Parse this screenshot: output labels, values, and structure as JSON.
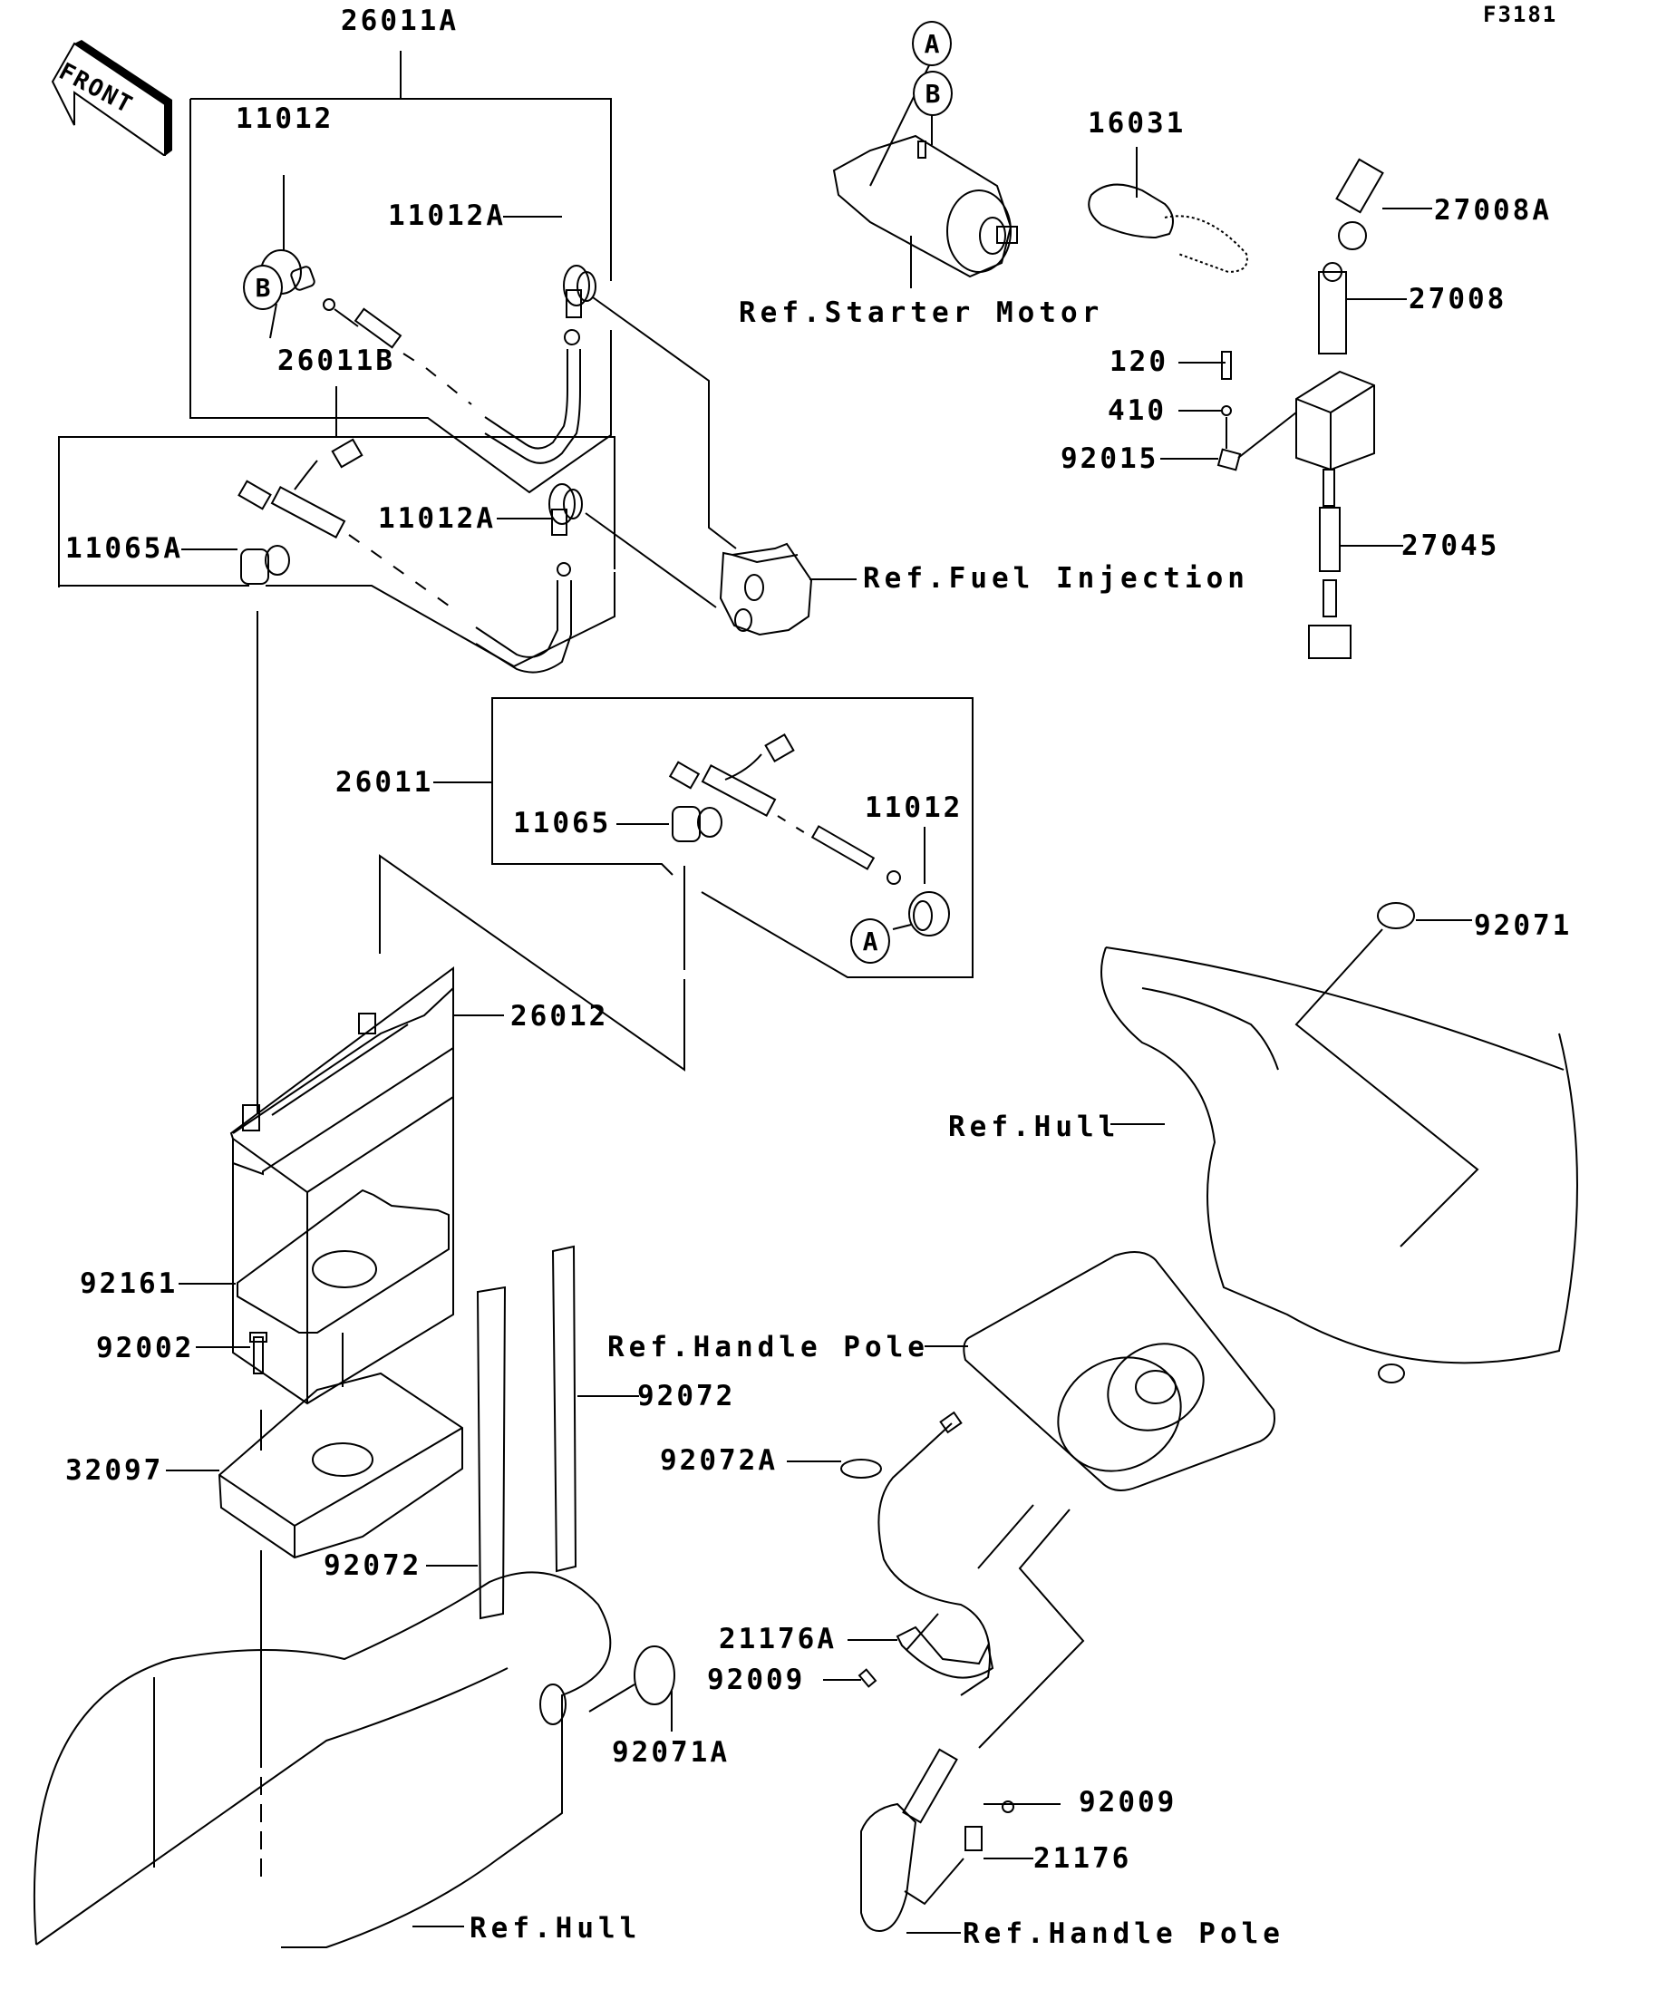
{
  "diagram": {
    "code": "F3181",
    "front_label": "FRONT",
    "callouts": {
      "a": "A",
      "b": "B"
    },
    "parts": {
      "p26011A": "26011A",
      "p11012_top": "11012",
      "p11012A_top": "11012A",
      "p26011B": "26011B",
      "p11065A": "11065A",
      "p11012A_mid": "11012A",
      "p26011": "26011",
      "p11065": "11065",
      "p11012_mid": "11012",
      "p26012": "26012",
      "p92161": "92161",
      "p92002": "92002",
      "p32097": "32097",
      "p92072_left": "92072",
      "p92072_right": "92072",
      "p92072A": "92072A",
      "p21176A": "21176A",
      "p92009_left": "92009",
      "p92071A": "92071A",
      "p92071": "92071",
      "p92009_right": "92009",
      "p21176": "21176",
      "p16031": "16031",
      "p27008A": "27008A",
      "p27008": "27008",
      "p120": "120",
      "p410": "410",
      "p92015": "92015",
      "p27045": "27045"
    },
    "references": {
      "starter_motor": "Ref.Starter Motor",
      "fuel_injection": "Ref.Fuel Injection",
      "hull_right": "Ref.Hull",
      "hull_bottom": "Ref.Hull",
      "handle_pole_mid": "Ref.Handle Pole",
      "handle_pole_bottom": "Ref.Handle Pole"
    }
  }
}
